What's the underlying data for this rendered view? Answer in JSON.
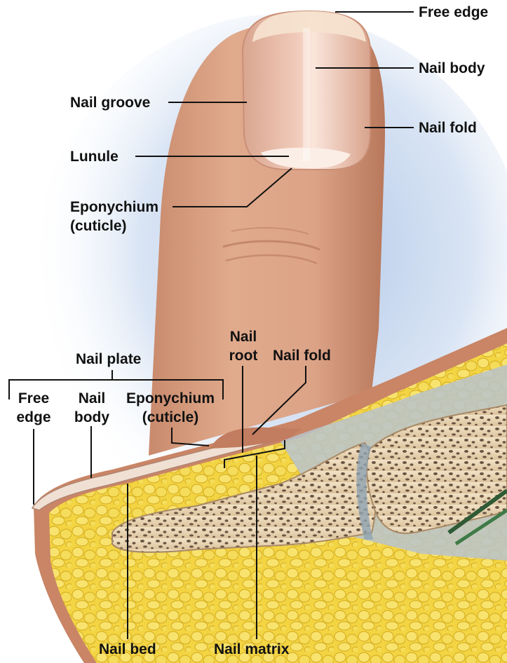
{
  "colors": {
    "skin_light": "#e8b89c",
    "skin_mid": "#d9a084",
    "skin_dark": "#b97a5e",
    "nail": "#f2cdbd",
    "fat_yellow": "#f3d443",
    "fat_cells": "#e6c02d",
    "bone": "#ecd9b8",
    "bone_pores": "#6b5442",
    "ligament": "#b9c3cc",
    "tendon_green": "#2f5a35",
    "backdrop_blue": "#bdd0ea",
    "leader_line": "#111111"
  },
  "labels": {
    "free_edge_top": "Free edge",
    "nail_body_top": "Nail body",
    "nail_groove": "Nail groove",
    "nail_fold_top": "Nail fold",
    "lunule": "Lunule",
    "eponychium_top": "Eponychium",
    "cuticle_top": "(cuticle)",
    "nail_root_1": "Nail",
    "nail_root_2": "root",
    "nail_fold_bottom": "Nail fold",
    "nail_plate": "Nail plate",
    "free_edge_bottom_1": "Free",
    "free_edge_bottom_2": "edge",
    "nail_body_bottom_1": "Nail",
    "nail_body_bottom_2": "body",
    "eponychium_bottom": "Eponychium",
    "cuticle_bottom": "(cuticle)",
    "nail_bed": "Nail bed",
    "nail_matrix": "Nail matrix"
  }
}
